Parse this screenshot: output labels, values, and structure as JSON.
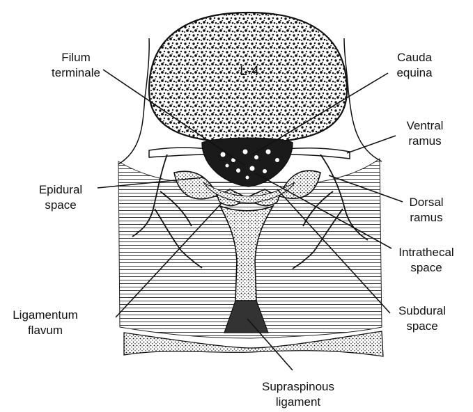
{
  "vertebra_label": "L-4",
  "labels": {
    "filum_terminale": [
      "Filum",
      "terminale"
    ],
    "cauda_equina": [
      "Cauda",
      "equina"
    ],
    "ventral_ramus": [
      "Ventral",
      "ramus"
    ],
    "epidural_space": [
      "Epidural",
      "space"
    ],
    "dorsal_ramus": [
      "Dorsal",
      "ramus"
    ],
    "intrathecal_space": [
      "Intrathecal",
      "space"
    ],
    "ligamentum_flavum": [
      "Ligamentum",
      "flavum"
    ],
    "subdural_space": [
      "Subdural",
      "space"
    ],
    "supraspinous_ligament": [
      "Supraspinous",
      "ligament"
    ]
  }
}
